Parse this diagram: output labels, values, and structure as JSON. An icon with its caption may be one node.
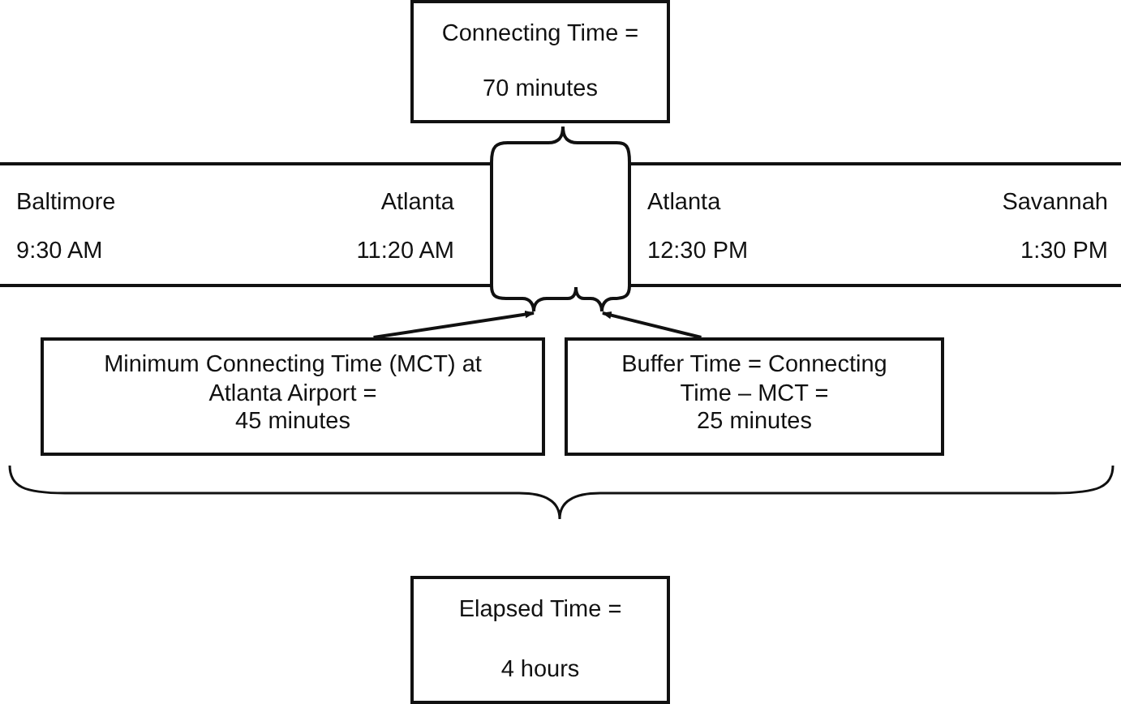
{
  "diagram": {
    "nodes": [
      {
        "text": [
          "Connecting Time =",
          "70 minutes"
        ]
      },
      {
        "text": [
          "Baltimore",
          "Atlanta",
          "9:30 AM",
          "11:20 AM"
        ]
      },
      {
        "text": [
          "Atlanta",
          "Savannah",
          "12:30 PM",
          "1:30 PM"
        ]
      },
      {
        "text": [],
        "shape": "brace"
      },
      {
        "text": [],
        "shape": "brace"
      },
      {
        "text": [
          "Minimum Connecting Time (MCT) at Atlanta Airport =",
          "45 minutes"
        ]
      },
      {
        "text": [
          "Buffer Time = Connecting Time – MCT =",
          "25 minutes"
        ]
      },
      {
        "text": [
          "Elapsed Time =",
          "4 hours"
        ]
      }
    ],
    "edges": [
      {
        "from": 5,
        "to": 3,
        "arrow": "to"
      },
      {
        "from": 6,
        "to": 4,
        "arrow": "to"
      }
    ]
  }
}
